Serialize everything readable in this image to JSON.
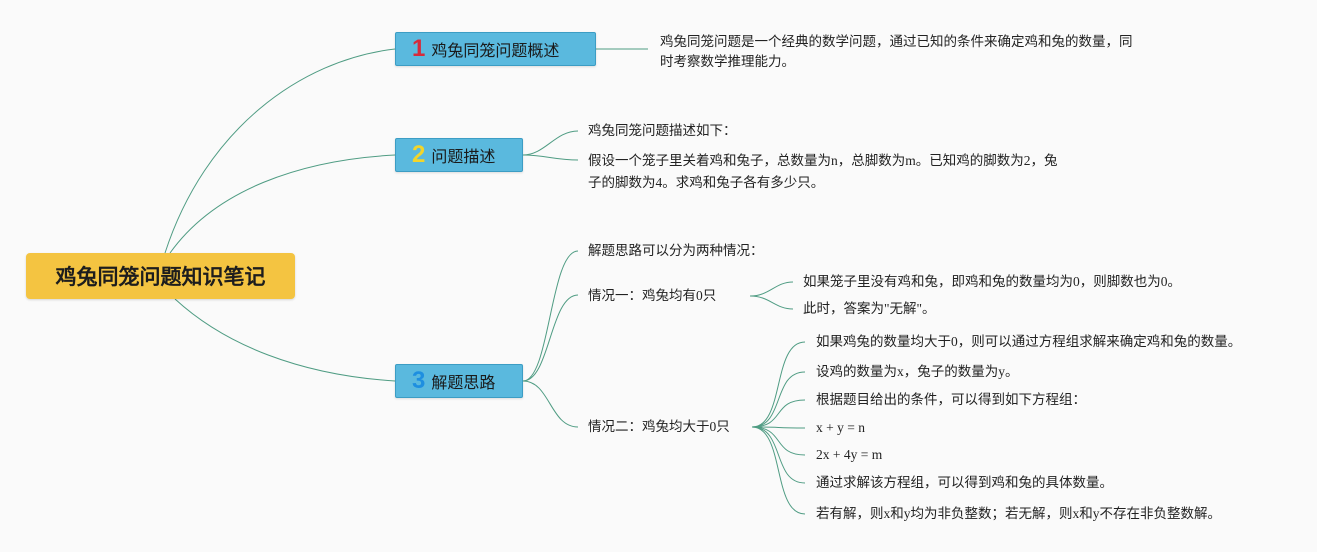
{
  "root": {
    "title": "鸡兔同笼问题知识笔记",
    "color": "#f4c441"
  },
  "topics": [
    {
      "number": "1",
      "number_color": "#d62b3b",
      "label": "鸡兔同笼问题概述",
      "notes": [
        "鸡兔同笼问题是一个经典的数学问题，通过已知的条件来确定鸡和兔的数量，同",
        "时考察数学推理能力。"
      ]
    },
    {
      "number": "2",
      "number_color": "#f2d52b",
      "label": "问题描述",
      "notes": [
        "鸡兔同笼问题描述如下：",
        "假设一个笼子里关着鸡和兔子，总数量为n，总脚数为m。已知鸡的脚数为2，兔",
        "子的脚数为4。求鸡和兔子各有多少只。"
      ]
    },
    {
      "number": "3",
      "number_color": "#1e8fe0",
      "label": "解题思路",
      "intro": "解题思路可以分为两种情况：",
      "case1": {
        "label": "情况一：鸡兔均有0只",
        "items": [
          "如果笼子里没有鸡和兔，即鸡和兔的数量均为0，则脚数也为0。",
          "此时，答案为\"无解\"。"
        ]
      },
      "case2": {
        "label": "情况二：鸡兔均大于0只",
        "items": [
          "如果鸡兔的数量均大于0，则可以通过方程组求解来确定鸡和兔的数量。",
          "设鸡的数量为x，兔子的数量为y。",
          "根据题目给出的条件，可以得到如下方程组：",
          "x + y = n",
          "2x + 4y = m",
          "通过求解该方程组，可以得到鸡和兔的具体数量。",
          "若有解，则x和y均为非负整数；若无解，则x和y不存在非负整数解。"
        ]
      }
    }
  ],
  "colors": {
    "edge": "#4f9c83",
    "topic_fill": "#5ab9de",
    "background": "#fafafa"
  }
}
